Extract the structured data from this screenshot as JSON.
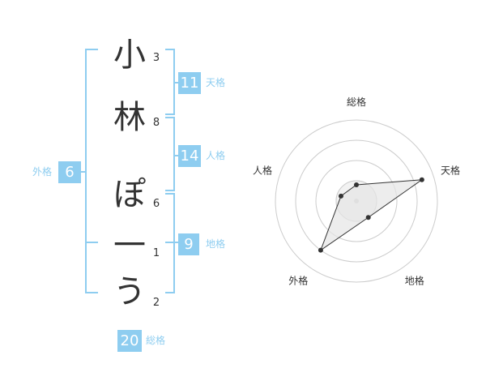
{
  "name": {
    "chars": [
      "小",
      "林",
      "ぽ",
      "一",
      "う"
    ],
    "strokes": [
      "3",
      "8",
      "6",
      "1",
      "2"
    ]
  },
  "kakusu": {
    "tenkaku": {
      "value": "11",
      "label": "天格"
    },
    "jinkaku": {
      "value": "14",
      "label": "人格"
    },
    "chikaku": {
      "value": "9",
      "label": "地格"
    },
    "gaikaku": {
      "value": "6",
      "label": "外格"
    },
    "soukaku": {
      "value": "20",
      "label": "総格"
    }
  },
  "chart_data": {
    "type": "radar",
    "axes": [
      "総格",
      "天格",
      "地格",
      "外格",
      "人格"
    ],
    "values": [
      0.2,
      0.85,
      0.25,
      0.75,
      0.2
    ],
    "range": [
      0,
      1
    ],
    "rings": 4,
    "colors": {
      "ring": "#cccccc",
      "fill": "#e6e6e6",
      "line": "#333333",
      "point": "#333333",
      "center": "#cfcfcf"
    }
  }
}
